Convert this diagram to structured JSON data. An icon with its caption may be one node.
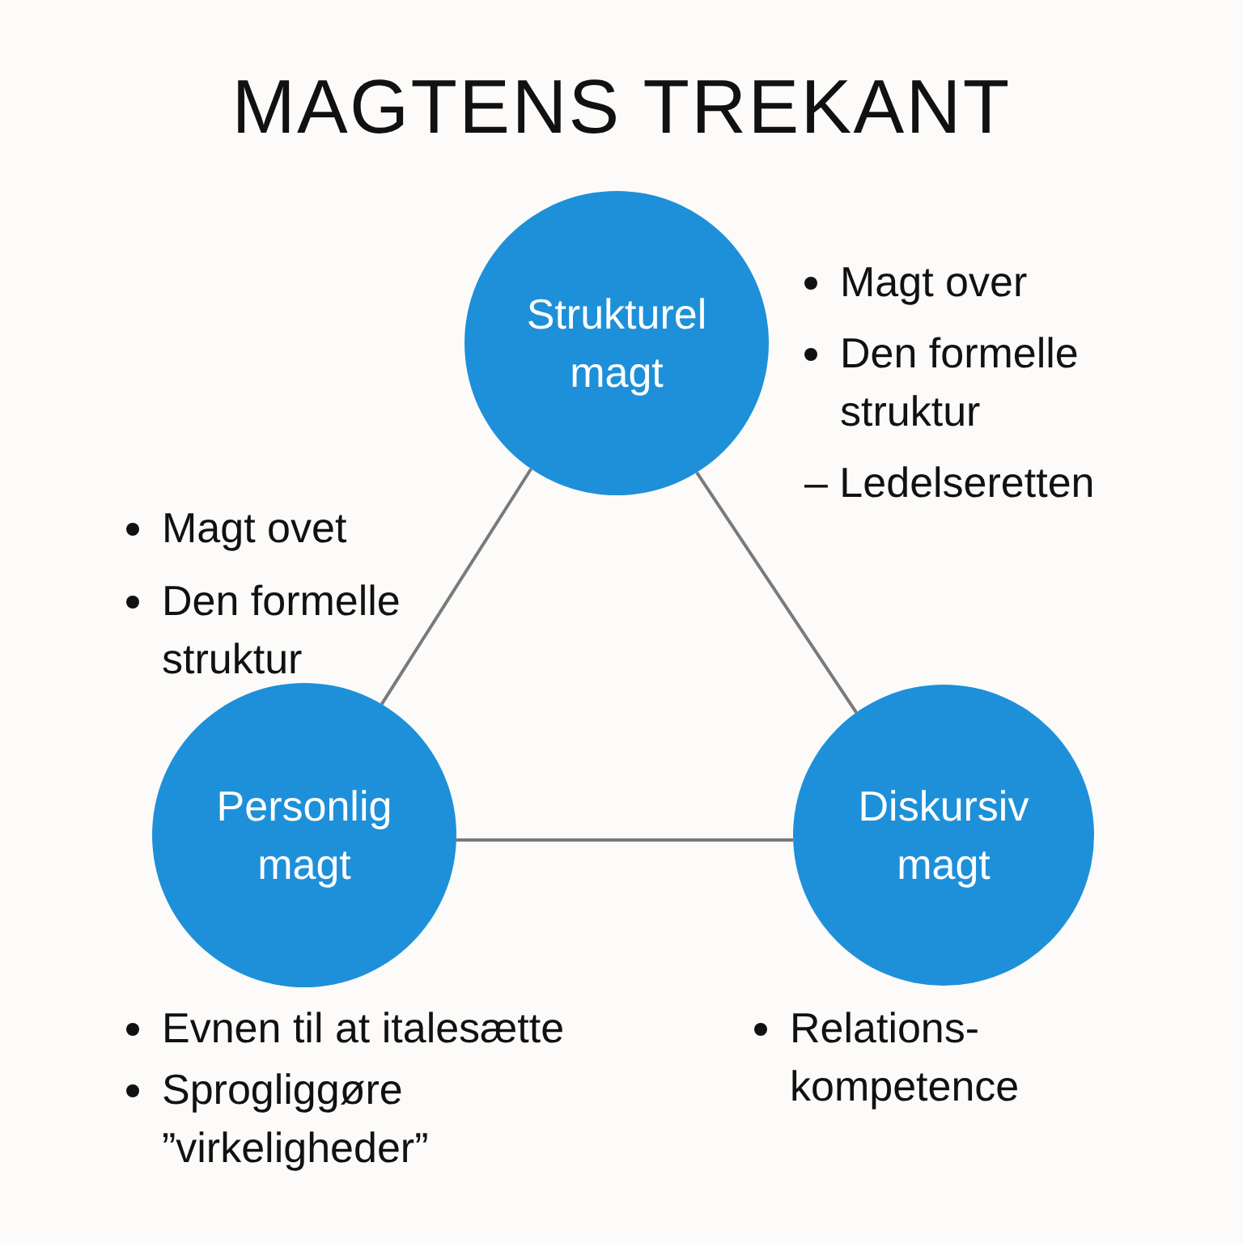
{
  "diagram": {
    "title": "MAGTENS TREKANT",
    "nodes": [
      {
        "text": [
          "Strukturel magt"
        ],
        "beside": [
          "Magt over",
          "Den formelle struktur",
          "– Ledelseretten"
        ]
      },
      {
        "text": [
          "Personlig magt"
        ],
        "beside": [
          "Evnen til at italesætte",
          "Sprogliggøre ”virkeligheder”"
        ]
      },
      {
        "text": [
          "Diskursiv magt"
        ],
        "beside": [
          "Relations- kompetence"
        ]
      }
    ],
    "edges": [
      {
        "from": 0,
        "to": 1,
        "arrow": "none"
      },
      {
        "from": 0,
        "to": 2,
        "arrow": "none"
      },
      {
        "from": 1,
        "to": 2,
        "arrow": "none"
      }
    ],
    "labels": [
      "Magt ovet",
      "Den formelle struktur"
    ]
  }
}
